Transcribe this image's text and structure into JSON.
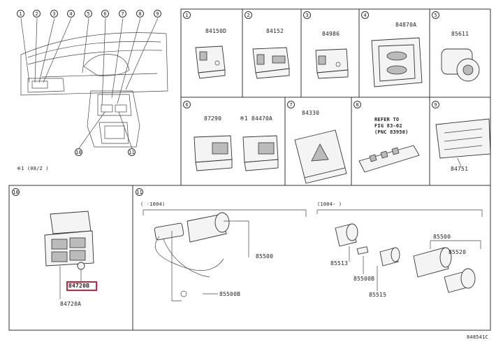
{
  "dashboard": {
    "callouts": [
      "1",
      "2",
      "3",
      "4",
      "5",
      "6",
      "7",
      "8",
      "9"
    ],
    "lower_callouts": [
      "10",
      "11"
    ],
    "note": "※1 (08/2  )"
  },
  "panels": [
    {
      "index": "1",
      "part_no": "84150D"
    },
    {
      "index": "2",
      "part_no": "84152"
    },
    {
      "index": "3",
      "part_no": "84986"
    },
    {
      "index": "4",
      "part_no": "84870A"
    },
    {
      "index": "5",
      "part_no": "85611"
    },
    {
      "index": "6",
      "part_no": "87290",
      "alt_part_no": "※1 84470A"
    },
    {
      "index": "7",
      "part_no": "84330"
    },
    {
      "index": "8",
      "note_lines": [
        "REFER TO",
        "FIG 83-02",
        "(PNC 83950)"
      ]
    },
    {
      "index": "9",
      "part_no": "84751"
    },
    {
      "index": "10",
      "part_no_highlighted": "84720B",
      "part_no": "84720A"
    },
    {
      "index": "11",
      "left_range": "(    -1004)",
      "right_range": "(1004-      )",
      "left_parts": [
        "85500",
        "85500B"
      ],
      "right_parts": [
        "85500",
        "85520",
        "85513",
        "85500B",
        "85515"
      ]
    }
  ],
  "figure_id": "848541C",
  "colors": {
    "highlight": "#c0284a",
    "line": "#333333"
  }
}
